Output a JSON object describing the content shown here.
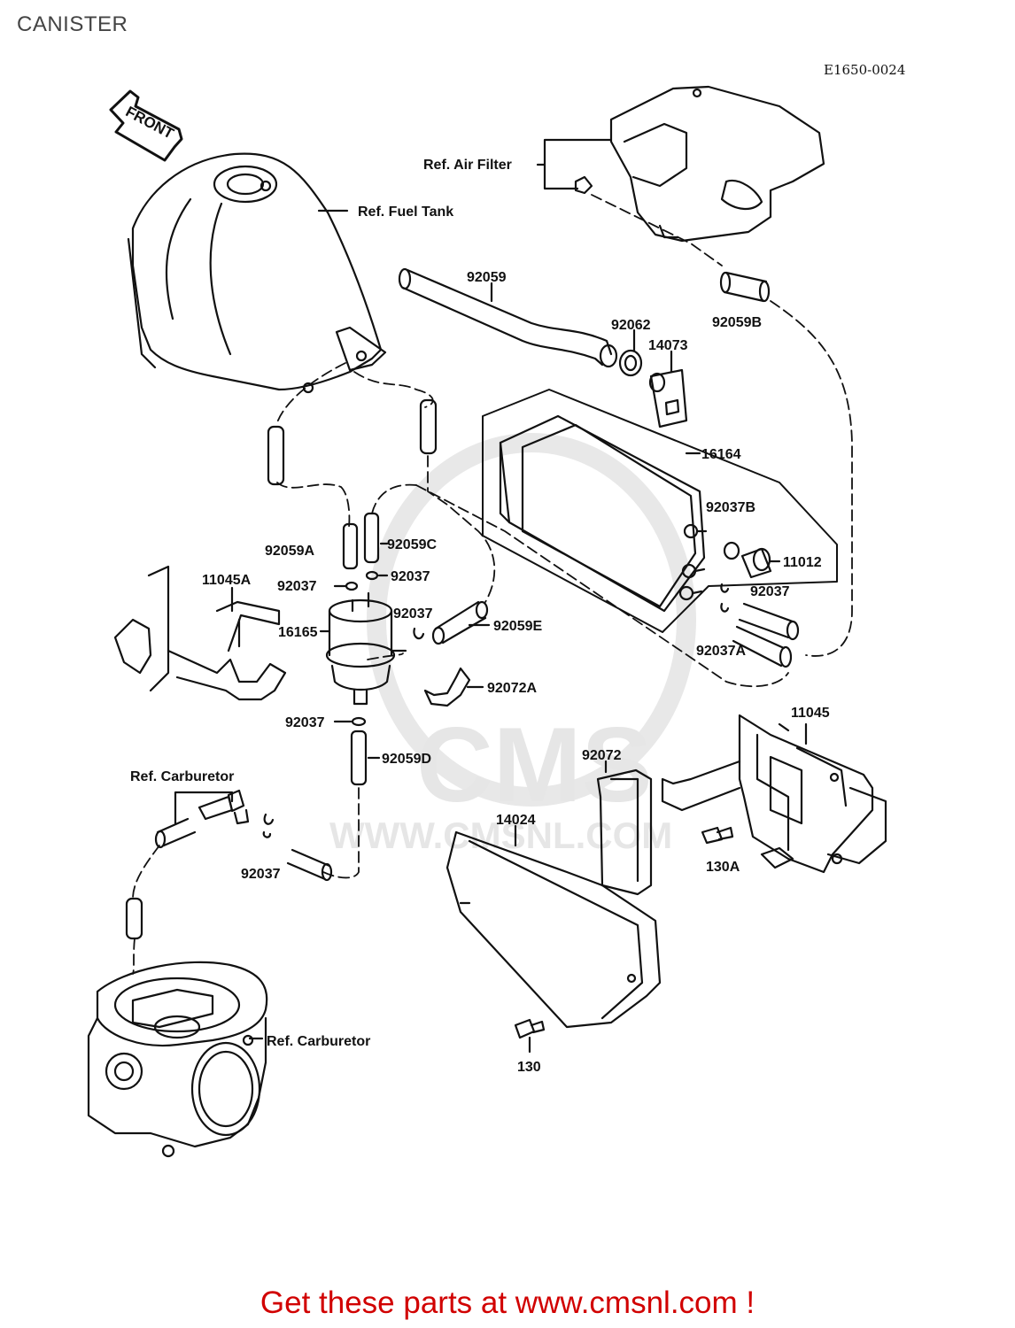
{
  "page": {
    "title": "CANISTER",
    "diagram_code": "E1650-0024",
    "footer": "Get these parts at www.cmsnl.com !"
  },
  "watermark": {
    "brand": "CMS",
    "url": "WWW.CMSNL.COM"
  },
  "front_arrow": "FRONT",
  "labels": {
    "ref_air_filter": "Ref. Air Filter",
    "ref_fuel_tank": "Ref. Fuel Tank",
    "ref_carburetor_top": "Ref. Carburetor",
    "ref_carburetor_bottom": "Ref. Carburetor",
    "p92059": "92059",
    "p92062": "92062",
    "p92059B": "92059B",
    "p14073": "14073",
    "p16164": "16164",
    "p92037B": "92037B",
    "p11012": "11012",
    "p92037_right": "92037",
    "p92037A": "92037A",
    "p92059A": "92059A",
    "p92059C": "92059C",
    "p92037_left": "92037",
    "p92037_left2": "92037",
    "p11045A": "11045A",
    "p16165": "16165",
    "p92037_mid": "92037",
    "p92059E": "92059E",
    "p92072A": "92072A",
    "p92037_lower": "92037",
    "p92059D": "92059D",
    "p92072": "92072",
    "p11045": "11045",
    "p14024": "14024",
    "p130A": "130A",
    "p92037_bottom": "92037",
    "p130": "130"
  }
}
